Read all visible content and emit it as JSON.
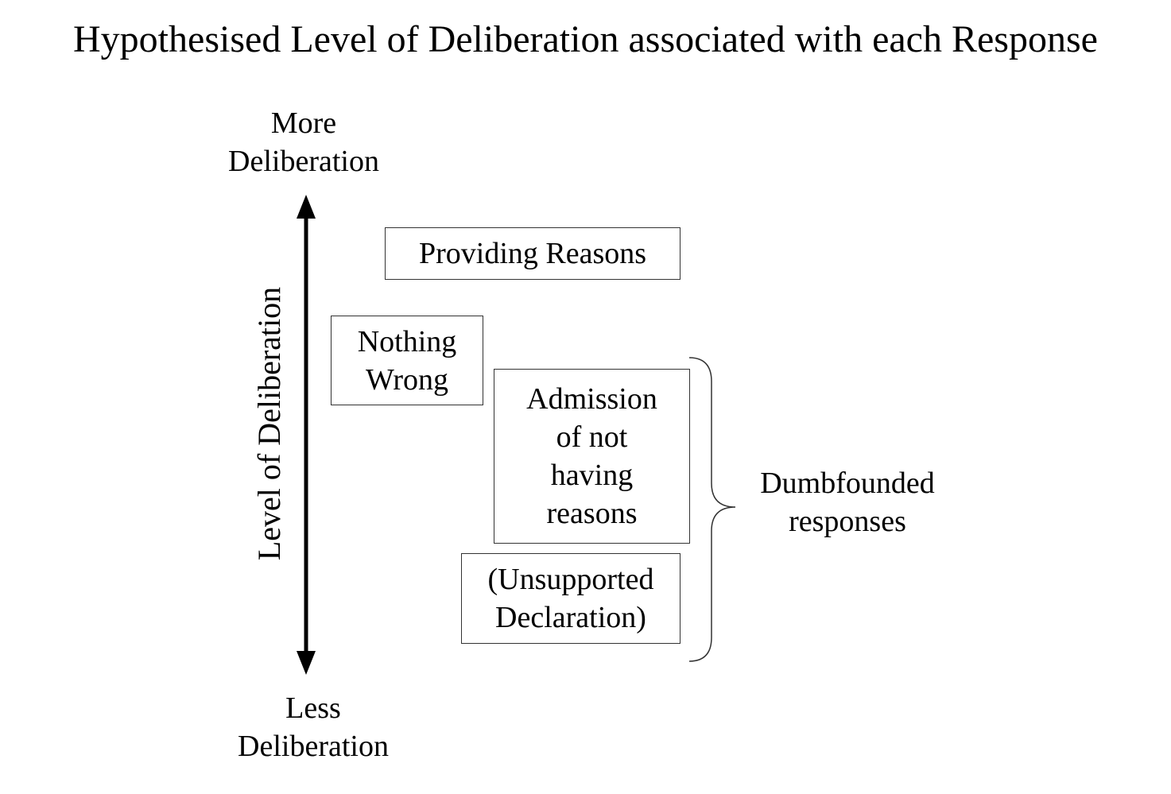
{
  "title": "Hypothesised Level of Deliberation associated with each Response",
  "axis": {
    "label": "Level of Deliberation",
    "top_label": [
      "More",
      "Deliberation"
    ],
    "bottom_label": [
      "Less",
      "Deliberation"
    ]
  },
  "responses": {
    "providing_reasons": "Providing Reasons",
    "nothing_wrong": [
      "Nothing",
      "Wrong"
    ],
    "admission": [
      "Admission",
      "of not",
      "having",
      "reasons"
    ],
    "unsupported_declaration": [
      "(Unsupported",
      "Declaration)"
    ]
  },
  "group": {
    "label": [
      "Dumbfounded",
      "responses"
    ]
  }
}
